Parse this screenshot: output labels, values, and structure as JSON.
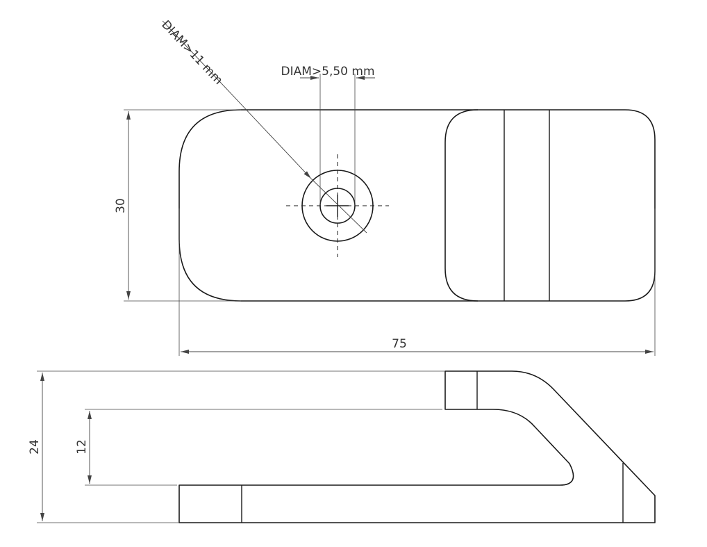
{
  "top_view": {
    "width_label": "75",
    "height_label": "30",
    "outer_hole_callout": "DIAM>11 mm",
    "inner_hole_callout": "DIAM>5,50 mm"
  },
  "side_view": {
    "height_label": "24",
    "gap_label": "12"
  }
}
